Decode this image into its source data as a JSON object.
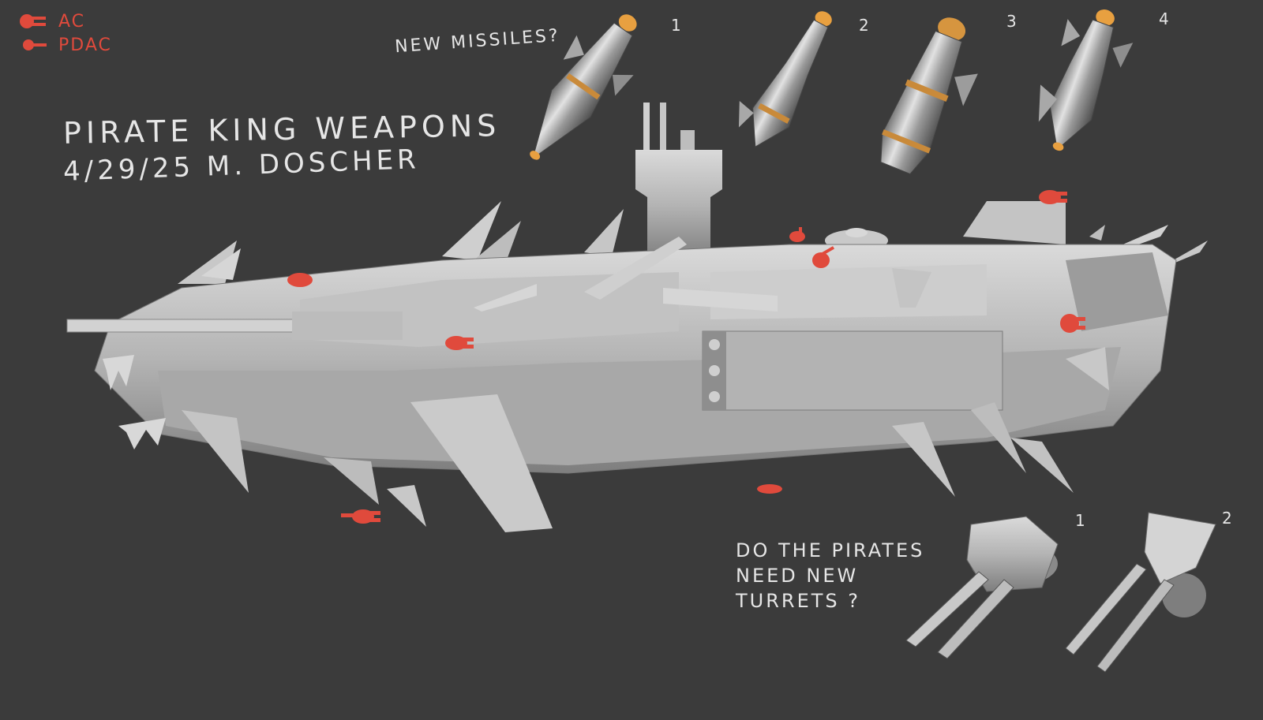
{
  "legend": {
    "items": [
      {
        "label": "AC"
      },
      {
        "label": "PDAC"
      }
    ],
    "marker_color": "#e04a3c"
  },
  "sheet": {
    "title": "PIRATE KING WEAPONS",
    "date_author": "4/29/25   M. DOSCHER"
  },
  "notes": {
    "missiles": "NEW MISSILES?",
    "turrets": [
      "DO THE PIRATES",
      "NEED NEW",
      "TURRETS ?"
    ]
  },
  "missiles": [
    {
      "number": "1"
    },
    {
      "number": "2"
    },
    {
      "number": "3"
    },
    {
      "number": "4"
    }
  ],
  "turrets": [
    {
      "number": "1"
    },
    {
      "number": "2"
    }
  ],
  "colors": {
    "background": "#3b3b3b",
    "hull": "#b8b8b8",
    "hull_dark": "#8c8c8c",
    "hull_light": "#d8d8d8",
    "marker": "#e04a3c",
    "flame": "#e8a040",
    "text": "#e6e6e6"
  }
}
